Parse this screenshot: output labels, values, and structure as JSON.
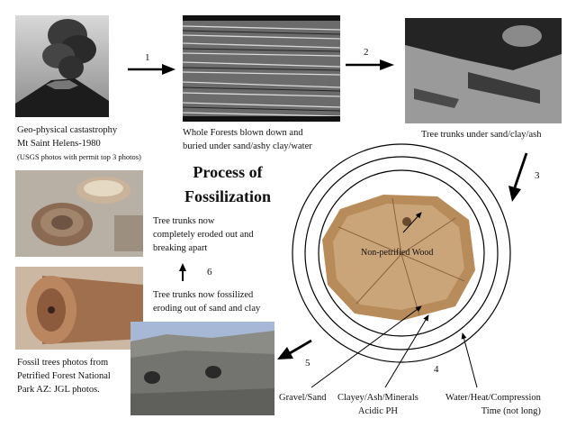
{
  "title": [
    "Process of",
    "Fossilization"
  ],
  "steps": [
    "1",
    "2",
    "3",
    "4",
    "5",
    "6"
  ],
  "captions": {
    "eruption": [
      "Geo-physical castastrophy",
      "Mt Saint Helens-1980"
    ],
    "eruption_note": "(USGS photos with permit top 3 photos)",
    "forest": [
      "Whole Forests blown down and",
      "buried under sand/ashy clay/water"
    ],
    "buried": "Tree trunks under sand/clay/ash",
    "eroded_out": [
      "Tree trunks now",
      "completely eroded out and",
      "breaking apart"
    ],
    "fossilized": [
      "Tree trunks now fossilized",
      "eroding out of sand and clay"
    ],
    "fossil_credit": [
      "Fossil trees photos from",
      "Petrified Forest National",
      "Park AZ: JGL photos."
    ]
  },
  "center": {
    "wood_label": "Non-petrified Wood",
    "layers": [
      {
        "label": "Gravel/Sand"
      },
      {
        "label": "Clayey/Ash/Minerals",
        "sub": "Acidic PH"
      },
      {
        "label": "Water/Heat/Compression",
        "sub": "Time (not long)"
      }
    ]
  }
}
